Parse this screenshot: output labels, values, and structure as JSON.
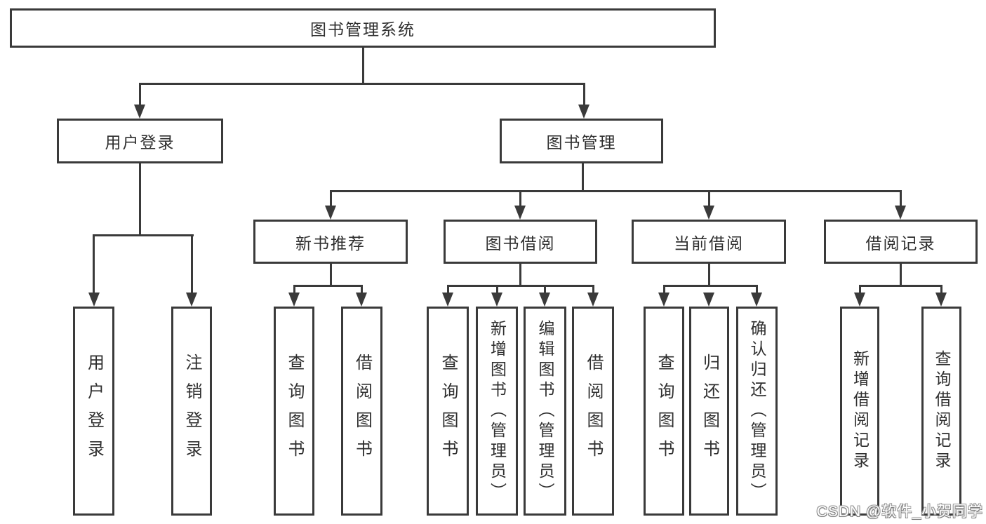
{
  "meta": {
    "background": "#ffffff",
    "line_color": "#3a3a3a",
    "text_color": "#2f2f2f",
    "watermark_fill": "#ffffff",
    "watermark_outline": "#8c8c8c"
  },
  "watermark": {
    "text": "CSDN @软件_小贺同学"
  },
  "diagram": {
    "type": "tree",
    "root": {
      "label": "图书管理系统",
      "children": [
        {
          "label": "用户登录",
          "children": [
            {
              "label": "用户登录"
            },
            {
              "label": "注销登录"
            }
          ]
        },
        {
          "label": "图书管理",
          "children": [
            {
              "label": "新书推荐",
              "children": [
                {
                  "label": "查询图书"
                },
                {
                  "label": "借阅图书"
                }
              ]
            },
            {
              "label": "图书借阅",
              "children": [
                {
                  "label": "查询图书"
                },
                {
                  "label": "新增图书（管理员）"
                },
                {
                  "label": "编辑图书（管理员）"
                },
                {
                  "label": "借阅图书"
                }
              ]
            },
            {
              "label": "当前借阅",
              "children": [
                {
                  "label": "查询图书"
                },
                {
                  "label": "归还图书"
                },
                {
                  "label": "确认归还（管理员）"
                }
              ]
            },
            {
              "label": "借阅记录",
              "children": [
                {
                  "label": "新增借阅记录"
                },
                {
                  "label": "查询借阅记录"
                }
              ]
            }
          ]
        }
      ]
    }
  }
}
